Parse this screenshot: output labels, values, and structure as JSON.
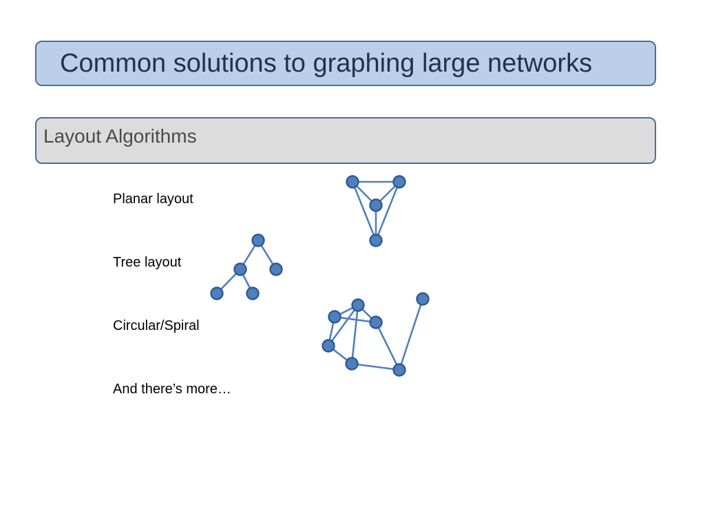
{
  "slide": {
    "title": "Common solutions to graphing large networks",
    "section": "Layout Algorithms",
    "items": [
      {
        "label": "Planar layout"
      },
      {
        "label": "Tree layout"
      },
      {
        "label": "Circular/Spiral"
      },
      {
        "label": "And there’s more…"
      }
    ]
  },
  "colors": {
    "node_fill": "#4f7fbf",
    "node_stroke": "#2f5a8e",
    "edge": "#4f7fbf",
    "title_fill": "#bccfe8",
    "section_fill": "#dcdcdc",
    "box_border": "#4a6d98"
  },
  "graphs": {
    "planar": {
      "nodes": [
        "a",
        "b",
        "c",
        "d"
      ],
      "edges": [
        [
          "a",
          "b"
        ],
        [
          "a",
          "c"
        ],
        [
          "b",
          "c"
        ],
        [
          "a",
          "d"
        ],
        [
          "b",
          "d"
        ],
        [
          "c",
          "d"
        ]
      ]
    },
    "tree": {
      "nodes": [
        "root",
        "left",
        "right",
        "left-left",
        "left-right"
      ],
      "edges": [
        [
          "root",
          "left"
        ],
        [
          "root",
          "right"
        ],
        [
          "left",
          "left-left"
        ],
        [
          "left",
          "left-right"
        ]
      ]
    },
    "circular": {
      "nodes": [
        "n1",
        "n2",
        "n3",
        "n4",
        "n5",
        "n6",
        "n7",
        "n8"
      ],
      "edges": [
        [
          "n1",
          "n2"
        ],
        [
          "n1",
          "n3"
        ],
        [
          "n1",
          "n4"
        ],
        [
          "n1",
          "n6"
        ],
        [
          "n2",
          "n3"
        ],
        [
          "n2",
          "n5"
        ],
        [
          "n3",
          "n7"
        ],
        [
          "n5",
          "n6"
        ],
        [
          "n6",
          "n7"
        ],
        [
          "n7",
          "n8"
        ],
        [
          "n1",
          "n5"
        ]
      ]
    }
  }
}
